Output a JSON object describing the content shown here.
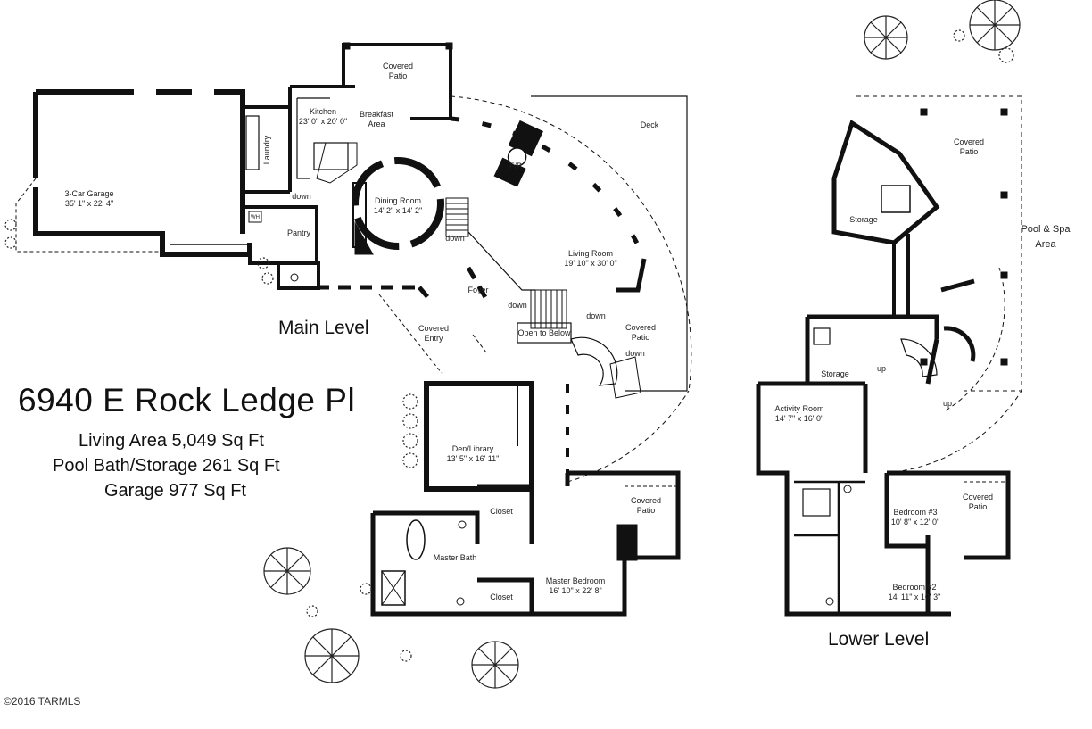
{
  "header": {
    "address": "6940 E Rock Ledge Pl",
    "areas": [
      "Living Area 5,049 Sq Ft",
      "Pool Bath/Storage 261 Sq Ft",
      "Garage 977 Sq Ft"
    ]
  },
  "levels": {
    "main": "Main Level",
    "lower": "Lower Level"
  },
  "copyright": "©2016 TARMLS",
  "main_rooms": {
    "covered_patio_top": [
      "Covered",
      "Patio"
    ],
    "kitchen": [
      "Kitchen",
      "23' 0\" x 20' 0\""
    ],
    "breakfast": [
      "Breakfast",
      "Area"
    ],
    "deck": "Deck",
    "laundry": "Laundry",
    "garage": [
      "3-Car Garage",
      "35' 1\" x 22' 4\""
    ],
    "dining": [
      "Dining Room",
      "14' 2\" x 14' 2\""
    ],
    "fp": "F/P",
    "living": [
      "Living Room",
      "19' 10\" x 30' 0\""
    ],
    "pantry": "Pantry",
    "foyer": "Foyer",
    "covered_entry": [
      "Covered",
      "Entry"
    ],
    "open_to_below": "Open to Below",
    "covered_patio_right": [
      "Covered",
      "Patio"
    ],
    "den": [
      "Den/Library",
      "13' 5\" x 16' 11\""
    ],
    "closet_a": "Closet",
    "closet_b": "Closet",
    "covered_patio_bed": [
      "Covered",
      "Patio"
    ],
    "master_bath": "Master Bath",
    "master_bedroom": [
      "Master Bedroom",
      "16' 10\" x 22' 8\""
    ],
    "down": "down",
    "wh": "WH"
  },
  "lower_rooms": {
    "covered_patio_top": [
      "Covered",
      "Patio"
    ],
    "storage_a": "Storage",
    "pool_spa": [
      "Pool & Spa",
      "Area"
    ],
    "storage_b": "Storage",
    "activity": [
      "Activity Room",
      "14' 7\" x 16' 0\""
    ],
    "bedroom3": [
      "Bedroom #3",
      "10' 8\" x 12' 0\""
    ],
    "covered_patio_bed": [
      "Covered",
      "Patio"
    ],
    "bedroom2": [
      "Bedroom #2",
      "14' 11\" x 10' 3\""
    ],
    "up": "up"
  }
}
